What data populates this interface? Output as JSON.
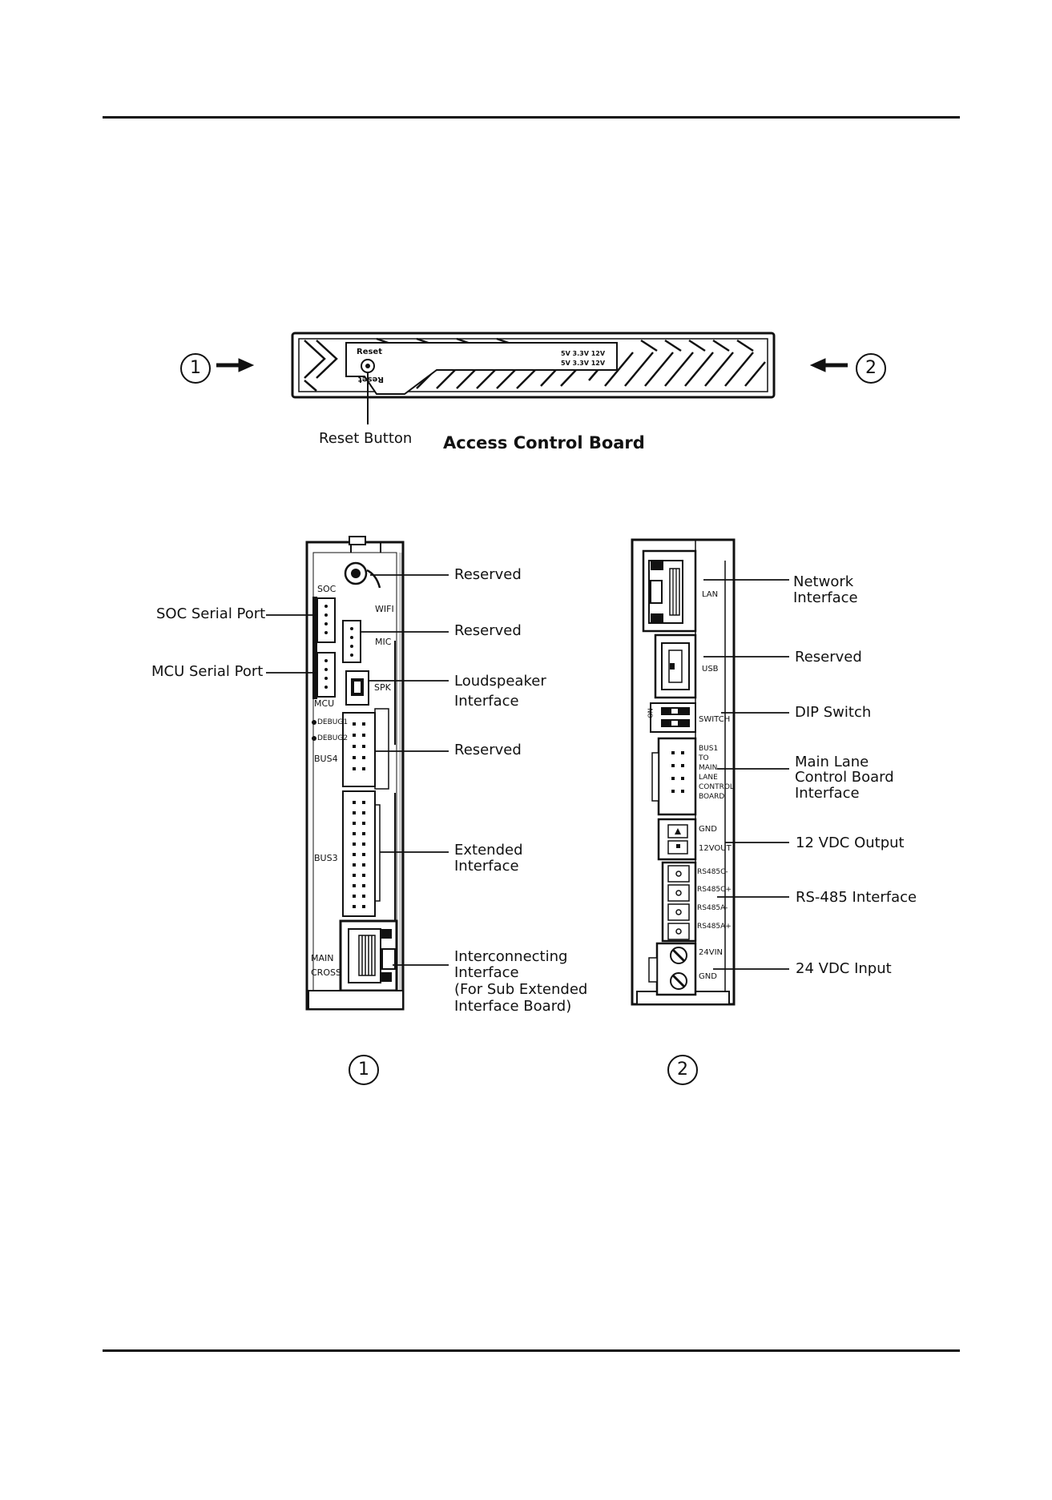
{
  "markers": {
    "side1": "1",
    "side2": "2"
  },
  "top_board": {
    "title": "Access Control Board",
    "reset_label": "Reset Button",
    "print_reset": "Reset",
    "print_reset_mirror": "Reset",
    "print_volt1": "5V  3.3V 12V",
    "print_volt2": "5V  3.3V 12V"
  },
  "side1": {
    "board_labels": {
      "soc": "SOC",
      "wifi": "WIFI",
      "mic": "MIC",
      "spk": "SPK",
      "mcu": "MCU",
      "debug1": "DEBUG1",
      "debug2": "DEBUG2",
      "bus4": "BUS4",
      "bus3": "BUS3",
      "main": "MAIN",
      "cross": "CROSS"
    },
    "callouts": {
      "reserved_1": "Reserved",
      "reserved_2": "Reserved",
      "loudspeaker_1": "Loudspeaker",
      "loudspeaker_2": "Interface",
      "reserved_3": "Reserved",
      "extended_1": "Extended",
      "extended_2": "Interface",
      "inter_1": "Interconnecting",
      "inter_2": "Interface",
      "inter_3": "(For Sub Extended",
      "inter_4": "Interface Board)",
      "soc_serial": "SOC Serial Port",
      "mcu_serial": "MCU Serial Port"
    }
  },
  "side2": {
    "board_labels": {
      "lan": "LAN",
      "usb": "USB",
      "switch": "SWITCH",
      "bus1_1": "BUS1",
      "bus1_2": "TO",
      "bus1_3": "MAIN",
      "bus1_4": "LANE",
      "bus1_5": "CONTROL",
      "bus1_6": "BOARD",
      "gnd1": "GND",
      "v12out": "12VOUT",
      "rs485c_minus": "RS485C-",
      "rs485c_plus": "RS485C+",
      "rs485a_minus": "RS485A-",
      "rs485a_plus": "RS485A+",
      "v24in": "24VIN",
      "gnd2": "GND",
      "on": "ON"
    },
    "callouts": {
      "network_1": "Network",
      "network_2": "Interface",
      "reserved": "Reserved",
      "dip": "DIP Switch",
      "mainlane_1": "Main Lane",
      "mainlane_2": "Control Board",
      "mainlane_3": "Interface",
      "vdc12": "12 VDC Output",
      "rs485": "RS-485 Interface",
      "vdc24": "24 VDC Input"
    }
  }
}
